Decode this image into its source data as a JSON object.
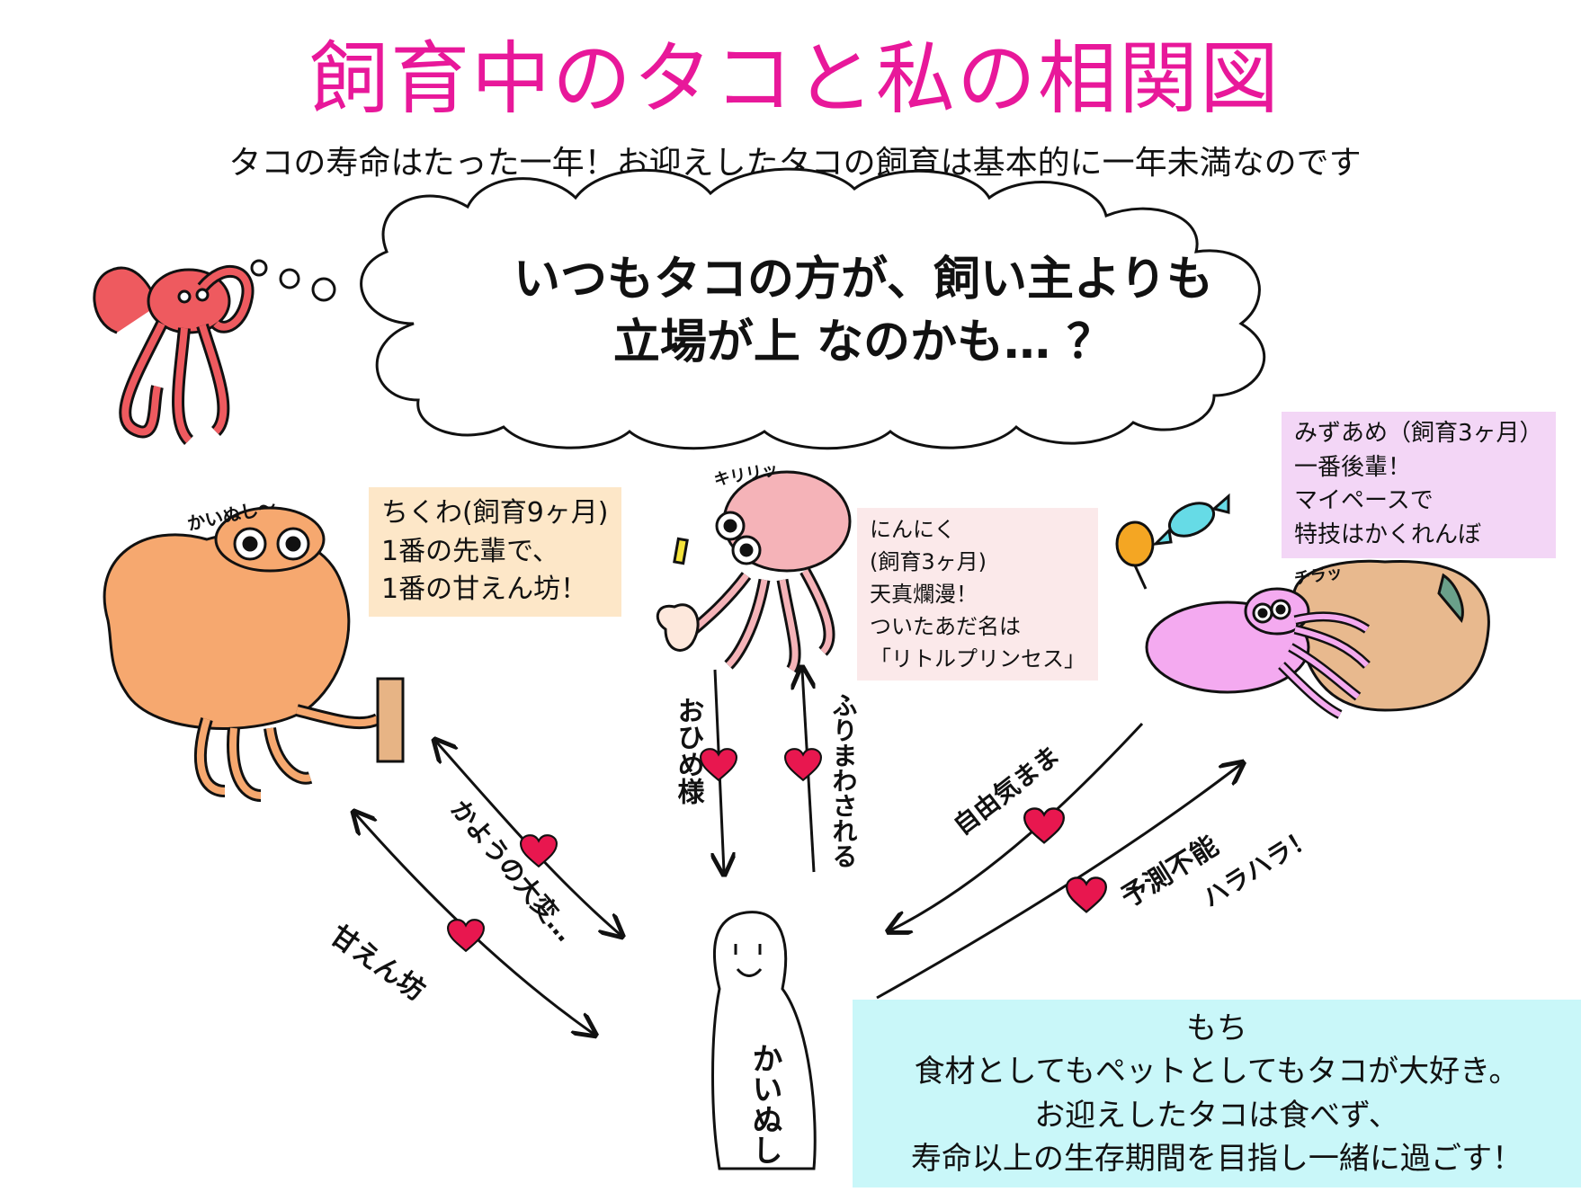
{
  "title": "飼育中のタコと私の相関図",
  "subtitle": "タコの寿命はたった一年！お迎えしたタコの飼育は基本的に一年未満なのです",
  "thought_bubble": {
    "line1": "いつもタコの方が、飼い主よりも",
    "line2": "立場が上 なのかも… ？"
  },
  "octopus_sfx": {
    "chikuwa": "かいぬし〜",
    "ninniku": "キリリッ",
    "mizuame": "チラッ"
  },
  "notes": {
    "chikuwa": {
      "lines": [
        "ちくわ(飼育9ヶ月)",
        "1番の先輩で、",
        "1番の甘えん坊！"
      ]
    },
    "ninniku": {
      "lines": [
        "にんにく",
        "(飼育3ヶ月)",
        "天真爛漫！",
        "ついたあだ名は",
        "「リトルプリンセス」"
      ]
    },
    "mizuame": {
      "lines": [
        "みずあめ（飼育3ヶ月）",
        "一番後輩！",
        "マイペースで",
        "特技はかくれんぼ"
      ]
    },
    "mochi": {
      "lines": [
        "もち",
        "食材としてもペットとしてもタコが大好き。",
        "お迎えしたタコは食べず、",
        "寿命以上の生存期間を目指し一緒に過ごす！"
      ]
    }
  },
  "person_label": "かいぬし",
  "relation_labels": {
    "amaenbo": "甘えん坊",
    "kayou": "かようの大変…",
    "ohimesama": "おひめ様",
    "furimawasareru": "ふりまわされる",
    "jiyuu": "自由気まま",
    "yosoku1": "予測不能",
    "yosoku2": "ハラハラ！"
  },
  "colors": {
    "title": "#e8189a",
    "chikuwa": "#f6a86f",
    "ninniku": "#f5b3b8",
    "mizuame": "#f4aaf0",
    "thinker": "#ee5a5f",
    "heart": "#e8174f",
    "note_chikuwa": "#fde7c8",
    "note_ninniku": "#fbe9ea",
    "note_mizuame": "#f3d6f6",
    "note_mochi": "#c9f7f9"
  }
}
